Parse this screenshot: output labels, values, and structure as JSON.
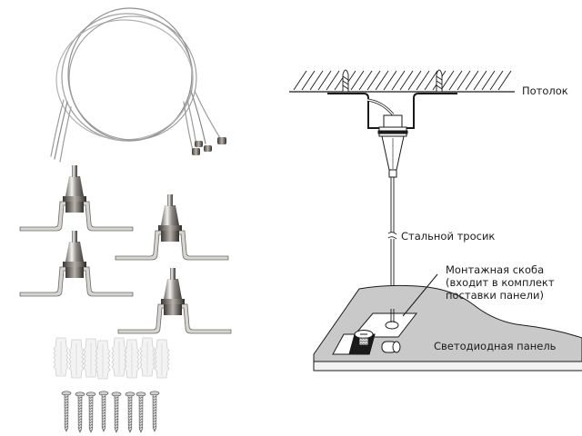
{
  "kit": {
    "title": "Suspension kit components",
    "items": [
      {
        "name": "Steel cables with end stops",
        "count": 4
      },
      {
        "name": "Ceiling mounting brackets with cable grippers",
        "count": 4
      },
      {
        "name": "Wall plugs (dowels)",
        "count": 8
      },
      {
        "name": "Screws",
        "count": 8
      }
    ]
  },
  "diagram": {
    "labels": {
      "ceiling": "Потолок",
      "cable": "Стальной тросик",
      "bracket_line1": "Монтажная скоба",
      "bracket_line2": "(входит в комплект",
      "bracket_line3": "поставки панели)",
      "panel": "Светодиодная панель"
    },
    "colors": {
      "line": "#1a1a1a",
      "panel_fill": "#c9c9c9",
      "panel_edge": "#f2f2f2",
      "metal": "#a9a9ab",
      "plastic": "#ececec"
    }
  }
}
